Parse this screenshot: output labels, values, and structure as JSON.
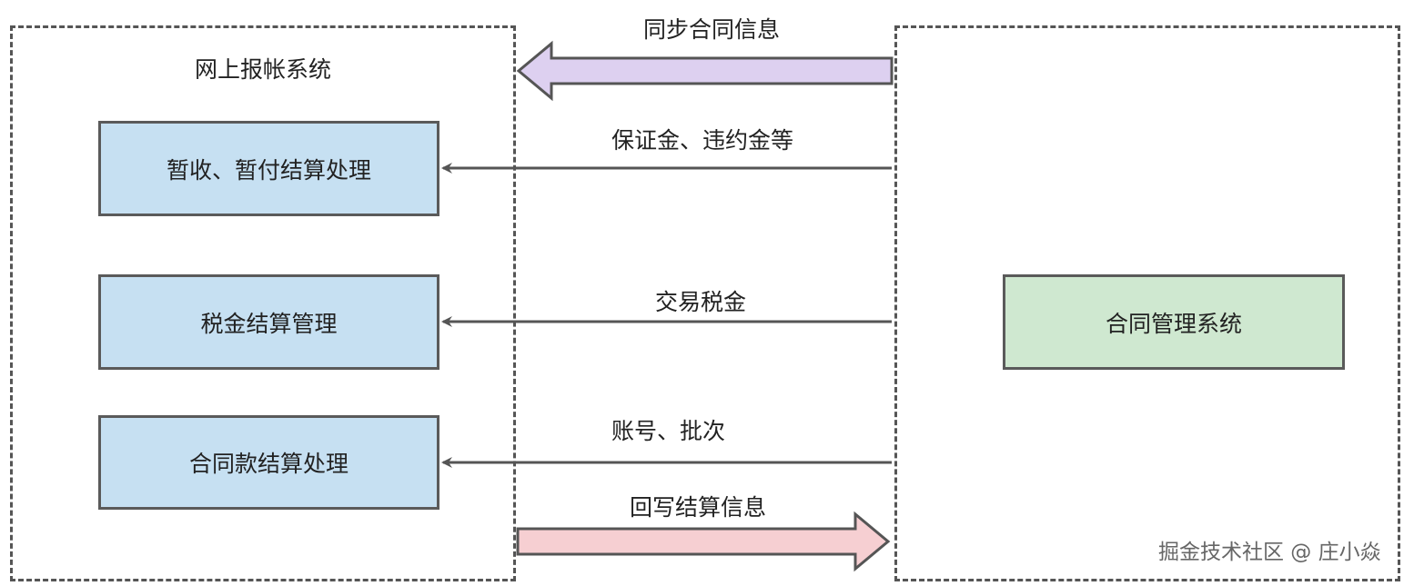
{
  "left_system": {
    "title": "网上报帐系统"
  },
  "right_system": {
    "title": "合同管理系统"
  },
  "left_modules": [
    {
      "label": "暂收、暂付结算处理"
    },
    {
      "label": "税金结算管理"
    },
    {
      "label": "合同款结算处理"
    }
  ],
  "flows": {
    "sync_contract": "同步合同信息",
    "deposit_penalty": "保证金、违约金等",
    "transaction_tax": "交易税金",
    "account_batch": "账号、批次",
    "write_back": "回写结算信息"
  },
  "watermark": "掘金技术社区 @ 庄小焱",
  "colors": {
    "module_fill": "#c6e0f2",
    "contract_system_fill": "#cfe8d0",
    "sync_arrow_fill": "#ddd0f0",
    "writeback_arrow_fill": "#f6cfd2",
    "border": "#555555"
  }
}
